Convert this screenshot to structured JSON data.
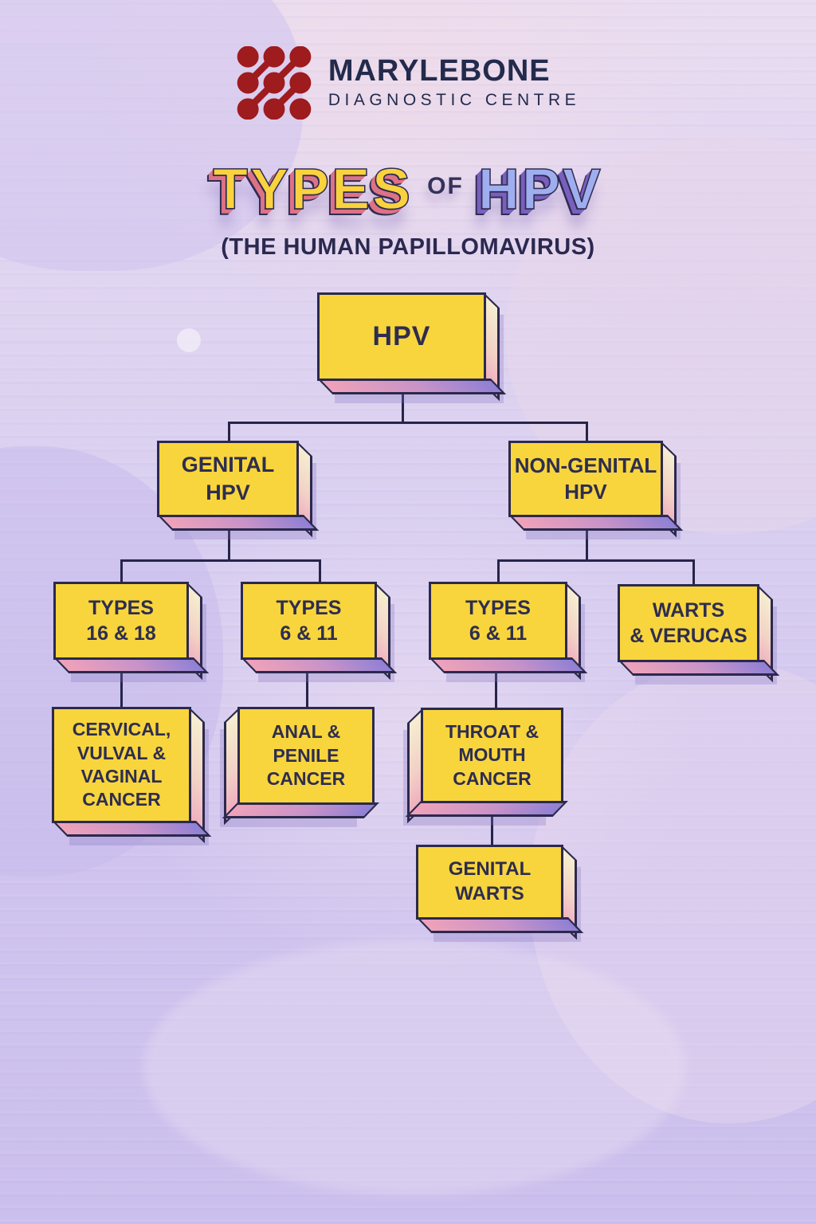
{
  "header": {
    "brand": "MARYLEBONE",
    "tagline": "DIAGNOSTIC CENTRE",
    "logo_icon": "dot-grid-diagonal-links-icon"
  },
  "title": {
    "word_types": "TYPES",
    "word_of": "OF",
    "word_hpv": "HPV",
    "subtitle": "(THE HUMAN PAPILLOMAVIRUS)"
  },
  "colors": {
    "logo_red": "#9E1B1E",
    "navy_text": "#2B294E",
    "box_yellow": "#F8D53C",
    "title_yellow": "#F9D23E",
    "title_pink_extrude": "#DD7287",
    "title_periwinkle": "#9FAEEE",
    "title_purple_extrude": "#7A5FBE",
    "side_face_cream": "#F6EECF",
    "bottom_face_pink": "#F0A2B9",
    "bottom_face_purple": "#8F80D5",
    "background_lavender": "#D6CCF0"
  },
  "diagram": {
    "nodes": {
      "hpv": {
        "lines": [
          "HPV"
        ]
      },
      "genital": {
        "lines": [
          "GENITAL",
          "HPV"
        ]
      },
      "non_genital": {
        "lines": [
          "NON-GENITAL",
          "HPV"
        ]
      },
      "types_16_18": {
        "lines": [
          "TYPES",
          "16 & 18"
        ]
      },
      "types_6_11_l": {
        "lines": [
          "TYPES",
          "6 & 11"
        ]
      },
      "types_6_11_r": {
        "lines": [
          "TYPES",
          "6 & 11"
        ]
      },
      "warts_verucas": {
        "lines": [
          "WARTS",
          "& VERUCAS"
        ]
      },
      "cervical": {
        "lines": [
          "CERVICAL,",
          "VULVAL &",
          "VAGINAL",
          "CANCER"
        ]
      },
      "anal": {
        "lines": [
          "ANAL &",
          "PENILE",
          "CANCER"
        ]
      },
      "throat": {
        "lines": [
          "THROAT &",
          "MOUTH",
          "CANCER"
        ]
      },
      "genital_warts": {
        "lines": [
          "GENITAL",
          "WARTS"
        ]
      }
    },
    "edges": [
      [
        "hpv",
        "genital"
      ],
      [
        "hpv",
        "non_genital"
      ],
      [
        "genital",
        "types_16_18"
      ],
      [
        "genital",
        "types_6_11_l"
      ],
      [
        "non_genital",
        "types_6_11_r"
      ],
      [
        "non_genital",
        "warts_verucas"
      ],
      [
        "types_16_18",
        "cervical"
      ],
      [
        "types_6_11_l",
        "anal"
      ],
      [
        "types_6_11_r",
        "throat"
      ],
      [
        "throat",
        "genital_warts"
      ]
    ]
  }
}
